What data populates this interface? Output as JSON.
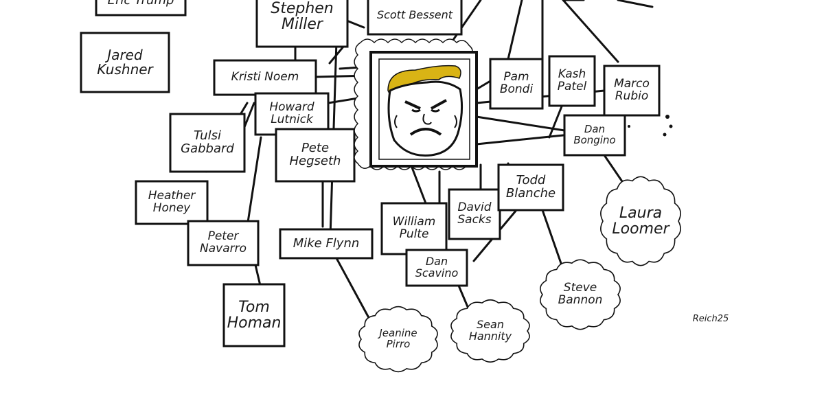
{
  "colors": {
    "ink": "#111111",
    "hair": "#d9b415",
    "paper": "#ffffff"
  },
  "nodes": {
    "eric_trump": "Eric Trump",
    "jared_kushner": "Jared\nKushner",
    "stephen_miller": "Stephen\nMiller",
    "scott_bessent": "Scott Bessent",
    "kristi_noem": "Kristi Noem",
    "howard_lutnick": "Howard\nLutnick",
    "tulsi_gabbard": "Tulsi\nGabbard",
    "pete_hegseth": "Pete\nHegseth",
    "heather_honey": "Heather\nHoney",
    "peter_navarro": "Peter\nNavarro",
    "mike_flynn": "Mike Flynn",
    "tom_homan": "Tom\nHoman",
    "william_pulte": "William\nPulte",
    "david_sacks": "David\nSacks",
    "dan_scavino": "Dan\nScavino",
    "todd_blanche": "Todd\nBlanche",
    "pam_bondi": "Pam\nBondi",
    "kash_patel": "Kash\nPatel",
    "marco_rubio": "Marco\nRubio",
    "dan_bongino": "Dan\nBongino",
    "laura_loomer": "Laura\nLoomer",
    "steve_bannon": "Steve\nBannon",
    "jeanine_pirro": "Jeanine\nPirro",
    "sean_hannity": "Sean\nHannity"
  },
  "signature": "Reich25"
}
